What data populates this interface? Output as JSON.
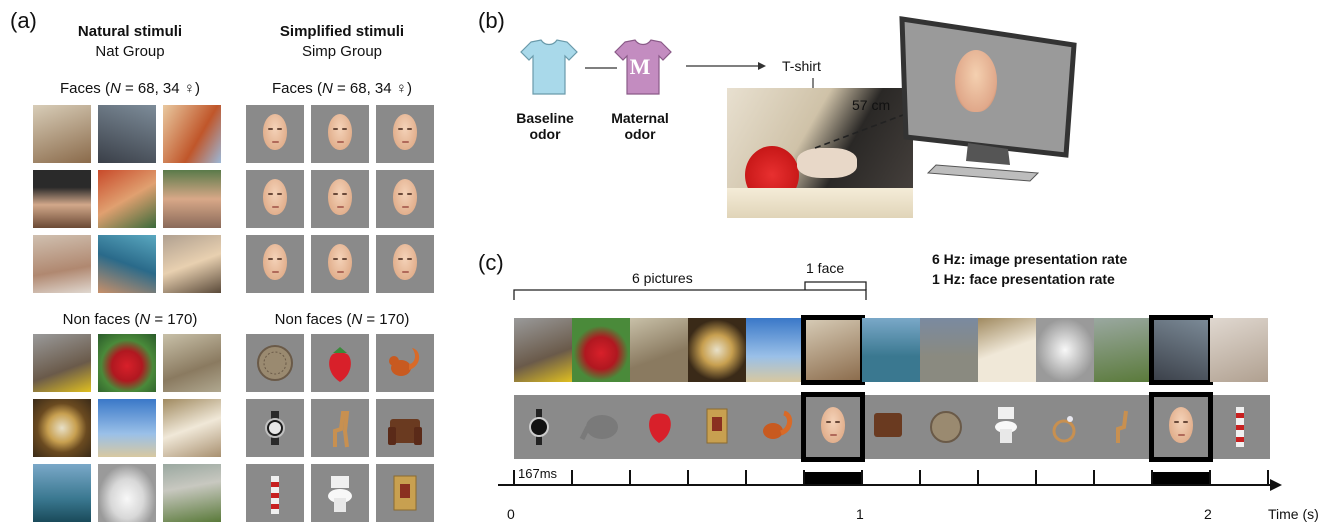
{
  "panel_a": {
    "label": "(a)",
    "natural": {
      "title": "Natural stimuli",
      "group": "Nat Group"
    },
    "simplified": {
      "title": "Simplified stimuli",
      "group": "Simp Group"
    },
    "faces_prefix": "Faces (",
    "faces_n": "N",
    "faces_suffix": " = 68, 34 ♀)",
    "nonfaces_prefix": "Non faces (",
    "nonfaces_n": "N",
    "nonfaces_suffix": " = 170)"
  },
  "panel_b": {
    "label": "(b)",
    "baseline_1": "Baseline",
    "baseline_2": "odor",
    "maternal_1": "Maternal",
    "maternal_2": "odor",
    "tshirt_letter": "M",
    "tshirt_label": "T-shirt",
    "distance": "57 cm"
  },
  "panel_c": {
    "label": "(c)",
    "rate1": "6 Hz: image presentation rate",
    "rate2": "1 Hz: face presentation rate",
    "six_pictures": "6 pictures",
    "one_face": "1 face",
    "ms_label": "167ms",
    "axis_ticks": [
      "0",
      "1",
      "2"
    ],
    "axis_title": "Time (s)"
  },
  "colors": {
    "gray_bg": "#8a8a8a",
    "shirt_baseline": "#a9d9ea",
    "shirt_maternal": "#c38cc0",
    "monitor": "#9a9a9a"
  }
}
